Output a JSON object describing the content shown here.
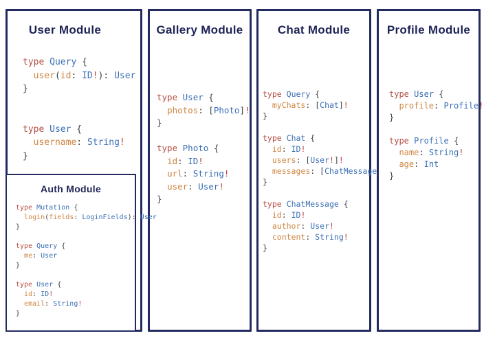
{
  "palette": {
    "border": "#232a60",
    "title_text": "#1e2356",
    "syntax_keyword": "#b64f44",
    "syntax_typename": "#3b70b5",
    "syntax_field": "#ce8542",
    "syntax_bang": "#c23b38",
    "syntax_punctuation": "#3f4347"
  },
  "modules": [
    {
      "id": "user",
      "title": "User Module",
      "code": [
        "type Query {",
        "  user(id: ID!): User",
        "}",
        "",
        "",
        "type User {",
        "  username: String!",
        "}"
      ]
    },
    {
      "id": "auth",
      "title": "Auth Module",
      "code": [
        "type Mutation {",
        "  login(fields: LoginFields): User",
        "}",
        "",
        "type Query {",
        "  me: User",
        "}",
        "",
        "type User {",
        "  id: ID!",
        "  email: String!",
        "}"
      ]
    },
    {
      "id": "gallery",
      "title": "Gallery Module",
      "code": [
        "type User {",
        "  photos: [Photo]!",
        "}",
        "",
        "type Photo {",
        "  id: ID!",
        "  url: String!",
        "  user: User!",
        "}"
      ]
    },
    {
      "id": "chat",
      "title": "Chat Module",
      "code": [
        "type Query {",
        "  myChats: [Chat]!",
        "}",
        "",
        "type Chat {",
        "  id: ID!",
        "  users: [User!]!",
        "  messages: [ChatMessage]!",
        "}",
        "",
        "type ChatMessage {",
        "  id: ID!",
        "  author: User!",
        "  content: String!",
        "}"
      ]
    },
    {
      "id": "profile",
      "title": "Profile Module",
      "code": [
        "type User {",
        "  profile: Profile!",
        "}",
        "",
        "type Profile {",
        "  name: String!",
        "  age: Int",
        "}"
      ]
    }
  ]
}
